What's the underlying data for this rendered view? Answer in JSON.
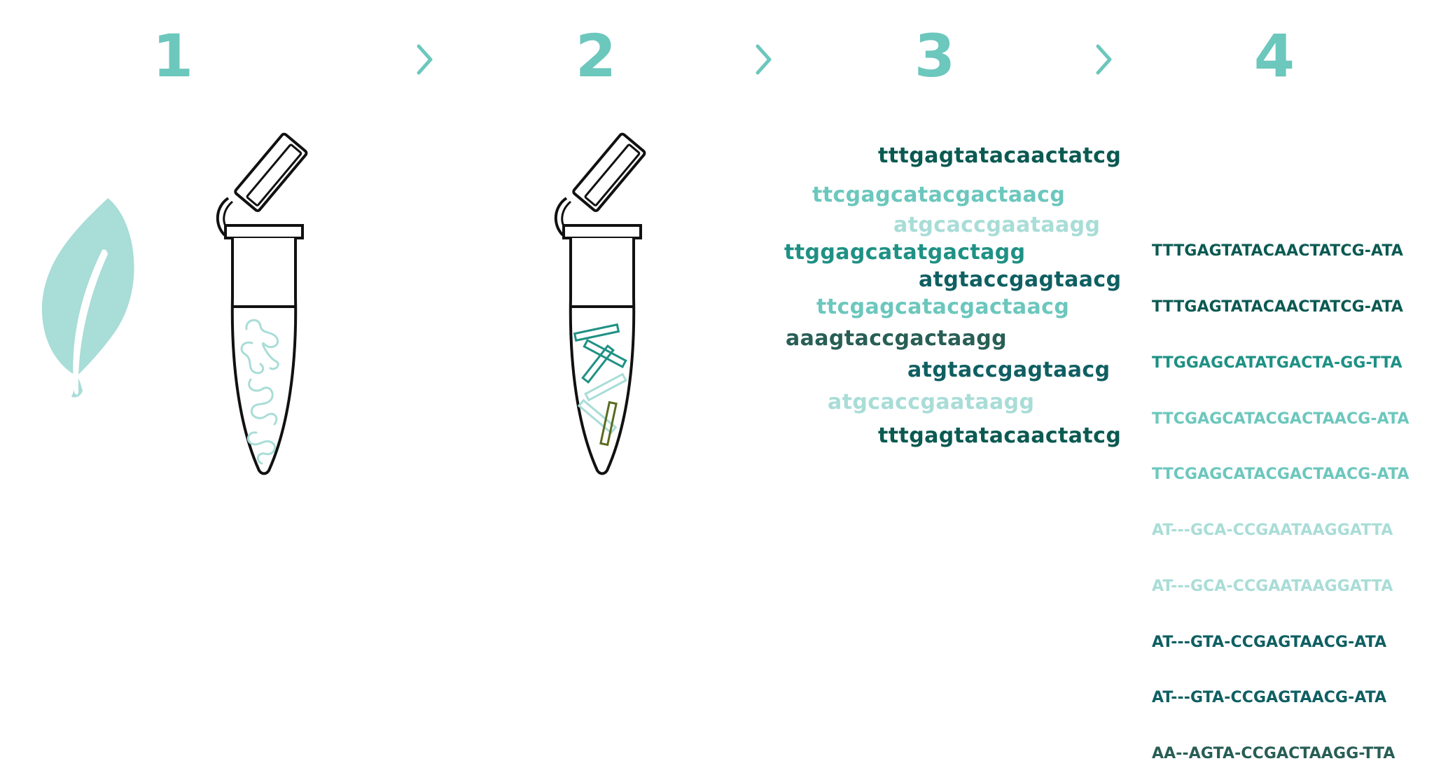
{
  "colors": {
    "accent": "#6cc7bd",
    "light": "#a9ddd7",
    "teal": "#1e9184",
    "dark_teal": "#0f6b62",
    "darkest": "#0b5a52",
    "dark_green": "#285e55",
    "outline": "#111111"
  },
  "steps": [
    {
      "number": "1"
    },
    {
      "number": "2"
    },
    {
      "number": "3"
    },
    {
      "number": "4"
    }
  ],
  "icons": {
    "leaf": "leaf-icon",
    "tube_dna": "tube-with-dna-icon",
    "tube_fragments": "tube-with-fragments-icon",
    "chevron": "chevron-right-icon"
  },
  "reads": [
    {
      "text": "tttgagtatacaactatcg",
      "color": "#0b5a52"
    },
    {
      "text": "ttcgagcatacgactaacg",
      "color": "#6cc7bd"
    },
    {
      "text": "atgcaccgaataagg",
      "color": "#a9ddd7"
    },
    {
      "text": "ttggagcatatgactagg",
      "color": "#1e9184"
    },
    {
      "text": "atgtaccgagtaacg",
      "color": "#0f5f62"
    },
    {
      "text": "ttcgagcatacgactaacg",
      "color": "#6cc7bd"
    },
    {
      "text": "aaagtaccgactaagg",
      "color": "#285e55"
    },
    {
      "text": "atgtaccgagtaacg",
      "color": "#0f5f62"
    },
    {
      "text": "atgcaccgaataagg",
      "color": "#a9ddd7"
    },
    {
      "text": "tttgagtatacaactatcg",
      "color": "#0b5a52"
    }
  ],
  "alignment": [
    {
      "text": "TTTGAGTATACAACTATCG-ATA",
      "color": "#0b5a52"
    },
    {
      "text": "TTTGAGTATACAACTATCG-ATA",
      "color": "#0b5a52"
    },
    {
      "text": "TTGGAGCATATGACTA-GG-TTA",
      "color": "#1e9184"
    },
    {
      "text": "TTCGAGCATACGACTAACG-ATA",
      "color": "#6cc7bd"
    },
    {
      "text": "TTCGAGCATACGACTAACG-ATA",
      "color": "#6cc7bd"
    },
    {
      "text": "AT---GCA-CCGAATAAGGATTA",
      "color": "#a9ddd7"
    },
    {
      "text": "AT---GCA-CCGAATAAGGATTA",
      "color": "#a9ddd7"
    },
    {
      "text": "AT---GTA-CCGAGTAACG-ATA",
      "color": "#0f5f62"
    },
    {
      "text": "AT---GTA-CCGAGTAACG-ATA",
      "color": "#0f5f62"
    },
    {
      "text": "AA--AGTA-CCGACTAAGG-TTA",
      "color": "#285e55"
    }
  ]
}
